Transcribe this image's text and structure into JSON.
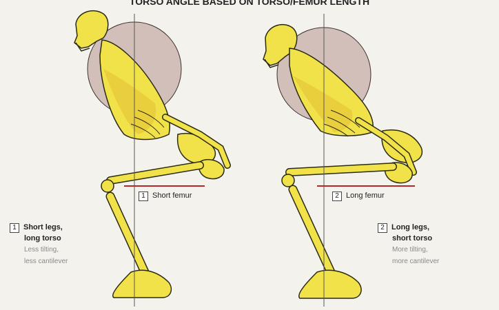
{
  "header": {
    "title": "TORSO ANGLE BASED ON TORSO/FEMUR LENGTH"
  },
  "left": {
    "femur_num": "1",
    "femur_label": "Short femur",
    "num": "1",
    "heading_1": "Short legs,",
    "heading_2": "long torso",
    "desc_1": "Less tilting,",
    "desc_2": "less cantilever"
  },
  "right": {
    "femur_num": "2",
    "femur_label": "Long femur",
    "num": "2",
    "heading_1": "Long legs,",
    "heading_2": "short torso",
    "desc_1": "More tilting,",
    "desc_2": "more cantilever"
  },
  "colors": {
    "bone": "#f2e24a",
    "bone_outline": "#2a2a10",
    "mass": "#cdb6b0",
    "femur_line": "#b3262a"
  }
}
